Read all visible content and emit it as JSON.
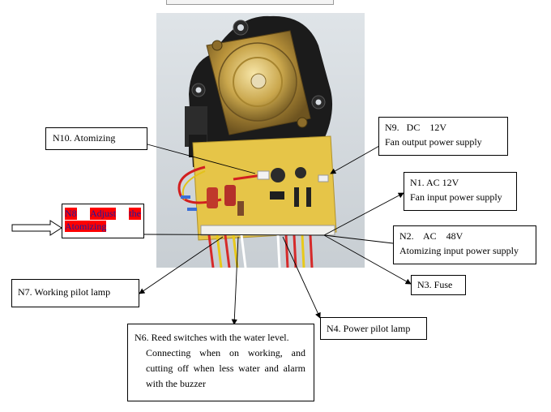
{
  "labels": {
    "n10": "N10. Atomizing",
    "n9_line1": "N9.   DC    12V",
    "n9_line2": "Fan output power supply",
    "n1_line1": "N1. AC 12V",
    "n1_line2": "Fan input power supply",
    "n8_word1": "N8",
    "n8_word2": "Adjust",
    "n8_word3": "the",
    "n8_line2": "Atomizing",
    "n2_line1": "N2.    AC    48V",
    "n2_line2": "Atomizing input power supply",
    "n3": "N3. Fuse",
    "n7": "N7. Working pilot lamp",
    "n4": "N4. Power pilot lamp",
    "n6_line1": "N6. Reed switches with the water level.",
    "n6_line2_words": [
      "Connecting",
      "when",
      "on",
      "working,",
      "and"
    ],
    "n6_line3_words": [
      "cutting",
      "off",
      "when",
      "less",
      "water",
      "and",
      "alarm"
    ],
    "n6_line4": "with the buzzer"
  },
  "colors": {
    "highlight": "#ff0000",
    "highlight_text": "#1a1aa0",
    "board": "#e8c84a",
    "gasket": "#1c1c1c"
  }
}
